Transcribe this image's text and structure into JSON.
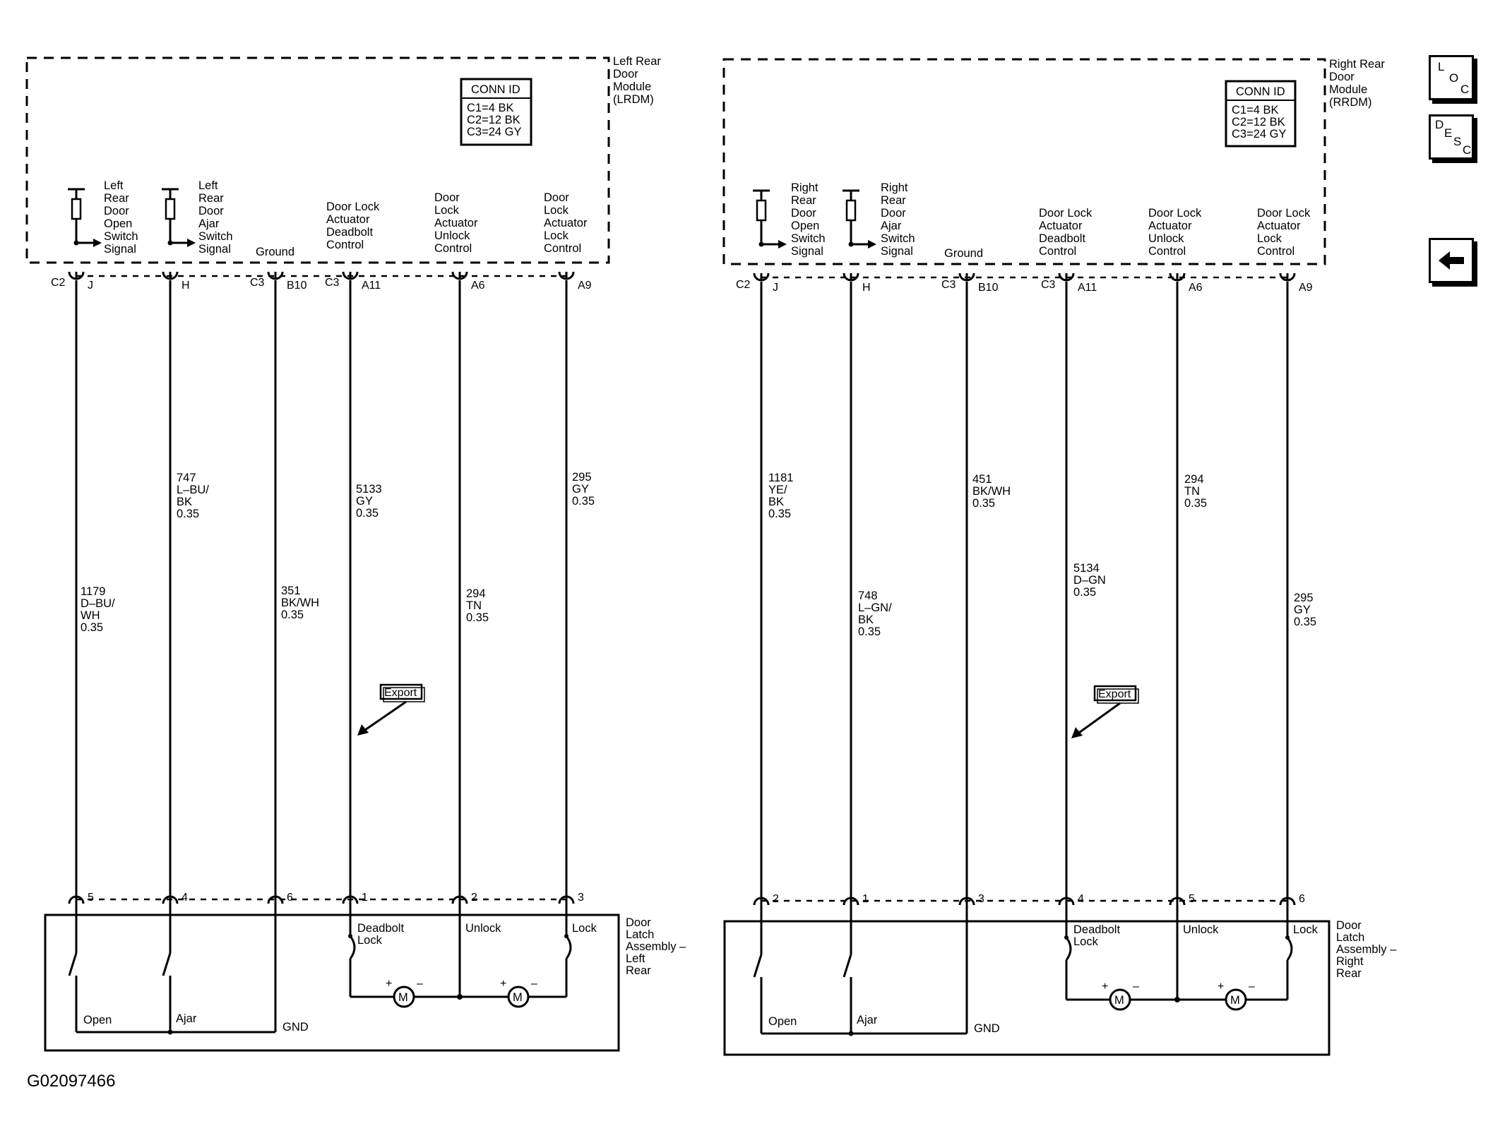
{
  "nav": {
    "loc": [
      "L",
      "O",
      "C"
    ],
    "desc": [
      "D",
      "E",
      "S",
      "C"
    ]
  },
  "figure_id": "G02097466",
  "left": {
    "module": [
      "Left Rear",
      "Door",
      "Module",
      "(LRDM)"
    ],
    "conn_title": "CONN ID",
    "conn_lines": [
      "C1=4 BK",
      "C2=12 BK",
      "C3=24 GY"
    ],
    "circuits": [
      {
        "conn": "C2",
        "pin": "J",
        "label": [
          "Left",
          "Rear",
          "Door",
          "Open",
          "Switch",
          "Signal"
        ],
        "wire": [
          "1179",
          "D–BU/",
          "WH",
          "0.35"
        ],
        "latch_pin": "5"
      },
      {
        "conn": "",
        "pin": "H",
        "label": [
          "Left",
          "Rear",
          "Door",
          "Ajar",
          "Switch",
          "Signal"
        ],
        "wire": [
          "747",
          "L–BU/",
          "BK",
          "0.35"
        ],
        "latch_pin": "4"
      },
      {
        "conn": "C3",
        "pin": "B10",
        "label": [
          "Ground"
        ],
        "wire": [
          "351",
          "BK/WH",
          "0.35"
        ],
        "latch_pin": "6"
      },
      {
        "conn": "C3",
        "pin": "A11",
        "label": [
          "Door Lock",
          "Actuator",
          "Deadbolt",
          "Control"
        ],
        "wire": [
          "5133",
          "GY",
          "0.35"
        ],
        "latch_pin": "1"
      },
      {
        "conn": "",
        "pin": "A6",
        "label": [
          "Door",
          "Lock",
          "Actuator",
          "Unlock",
          "Control"
        ],
        "wire": [
          "294",
          "TN",
          "0.35"
        ],
        "latch_pin": "2"
      },
      {
        "conn": "",
        "pin": "A9",
        "label": [
          "Door",
          "Lock",
          "Actuator",
          "Lock",
          "Control"
        ],
        "wire": [
          "295",
          "GY",
          "0.35"
        ],
        "latch_pin": "3"
      }
    ],
    "export": "Export",
    "latch_name": [
      "Door",
      "Latch",
      "Assembly –",
      "Left",
      "Rear"
    ],
    "open": "Open",
    "ajar": "Ajar",
    "gnd": "GND",
    "deadbolt": [
      "Deadbolt",
      "Lock"
    ],
    "unlock": "Unlock",
    "lock": "Lock",
    "motor": "M",
    "plus": "+",
    "minus": "–"
  },
  "right": {
    "module": [
      "Right Rear",
      "Door",
      "Module",
      "(RRDM)"
    ],
    "conn_title": "CONN ID",
    "conn_lines": [
      "C1=4 BK",
      "C2=12 BK",
      "C3=24 GY"
    ],
    "circuits": [
      {
        "conn": "C2",
        "pin": "J",
        "label": [
          "Right",
          "Rear",
          "Door",
          "Open",
          "Switch",
          "Signal"
        ],
        "wire": [
          "1181",
          "YE/",
          "BK",
          "0.35"
        ],
        "latch_pin": "2"
      },
      {
        "conn": "",
        "pin": "H",
        "label": [
          "Right",
          "Rear",
          "Door",
          "Ajar",
          "Switch",
          "Signal"
        ],
        "wire": [
          "748",
          "L–GN/",
          "BK",
          "0.35"
        ],
        "latch_pin": "1"
      },
      {
        "conn": "C3",
        "pin": "B10",
        "label": [
          "Ground"
        ],
        "wire": [
          "451",
          "BK/WH",
          "0.35"
        ],
        "latch_pin": "3"
      },
      {
        "conn": "C3",
        "pin": "A11",
        "label": [
          "Door Lock",
          "Actuator",
          "Deadbolt",
          "Control"
        ],
        "wire": [
          "5134",
          "D–GN",
          "0.35"
        ],
        "latch_pin": "4"
      },
      {
        "conn": "",
        "pin": "A6",
        "label": [
          "Door Lock",
          "Actuator",
          "Unlock",
          "Control"
        ],
        "wire": [
          "294",
          "TN",
          "0.35"
        ],
        "latch_pin": "5"
      },
      {
        "conn": "",
        "pin": "A9",
        "label": [
          "Door Lock",
          "Actuator",
          "Lock",
          "Control"
        ],
        "wire": [
          "295",
          "GY",
          "0.35"
        ],
        "latch_pin": "6"
      }
    ],
    "export": "Export",
    "latch_name": [
      "Door",
      "Latch",
      "Assembly –",
      "Right",
      "Rear"
    ],
    "open": "Open",
    "ajar": "Ajar",
    "gnd": "GND",
    "deadbolt": [
      "Deadbolt",
      "Lock"
    ],
    "unlock": "Unlock",
    "lock": "Lock",
    "motor": "M",
    "plus": "+",
    "minus": "–"
  }
}
